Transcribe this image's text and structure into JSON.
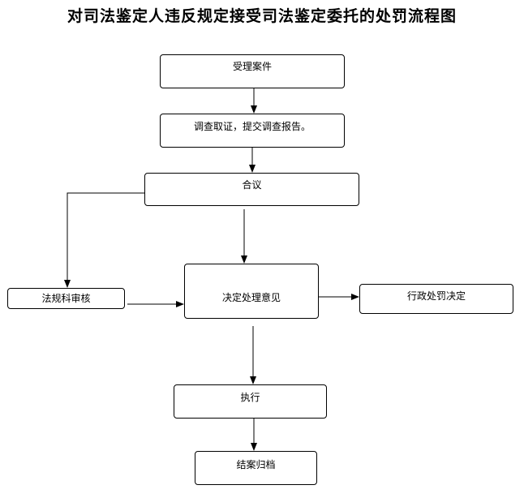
{
  "title": "对司法鉴定人违反规定接受司法鉴定委托的处罚流程图",
  "nodes": {
    "accept_case": "受理案件",
    "investigate": "调查取证，提交调查报告。",
    "deliberate": "合议",
    "legal_review": "法规科审核",
    "decide": "决定处理意见",
    "admin_penalty": "行政处罚决定",
    "execute": "执行",
    "close_case": "结案归档"
  }
}
